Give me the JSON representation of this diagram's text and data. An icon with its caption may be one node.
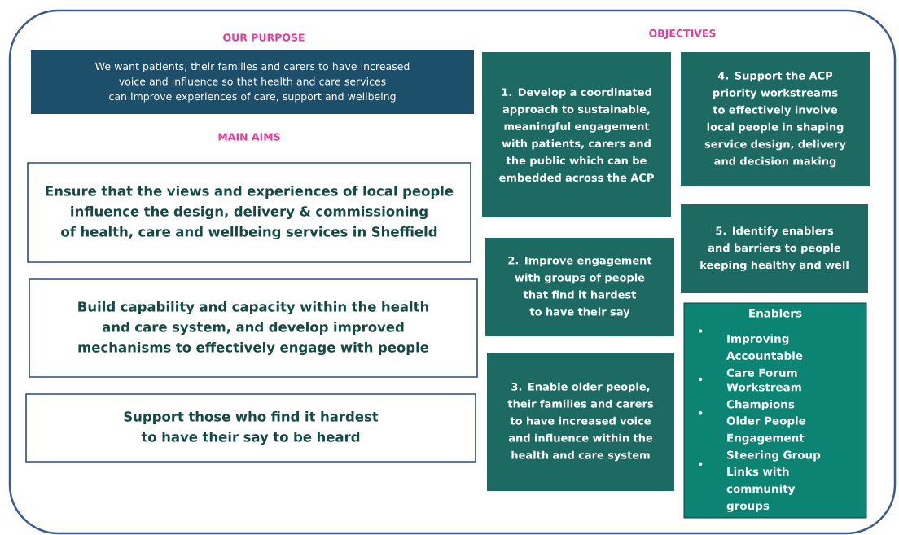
{
  "diagram": {
    "nodes": [
      {
        "text": [
          "We want patients, their families and carers to have increased voice and influence so that health and care services can improve experiences of care, support and wellbeing"
        ]
      },
      {
        "text": [
          "Ensure that the views and experiences of local people  influence the design, delivery & commissioning of health, care and wellbeing services in Sheffield"
        ]
      },
      {
        "text": [
          "Build capability and capacity within the health and care system, and develop improved mechanisms to effectively engage with people"
        ]
      },
      {
        "text": [
          "Support those who find it hardest to have their say to be heard"
        ]
      },
      {
        "text": [
          "1. Develop a coordinated approach to sustainable, meaningful engagement with patients, carers and the public which can be embedded across the ACP"
        ]
      },
      {
        "text": [
          "4. Support the ACP priority workstreams to effectively involve local people in shaping service design, delivery and decision making"
        ]
      },
      {
        "text": [
          "5. Identify enablers and barriers to people keeping healthy and well"
        ]
      },
      {
        "text": [
          "2. Improve engagement with groups of people that find it hardest to have their say"
        ]
      },
      {
        "text": [
          "3. Enable older people, their families and carers to have increased voice and influence within the health and care system"
        ]
      },
      {
        "text": [
          "Enablers",
          "Improving Accountable Care Forum",
          "Workstream Champions",
          "Older People Engagement Steering Group",
          "Links with community groups"
        ]
      }
    ],
    "labels": [
      "OUR PURPOSE",
      "OBJECTIVES",
      "MAIN AIMS"
    ]
  }
}
